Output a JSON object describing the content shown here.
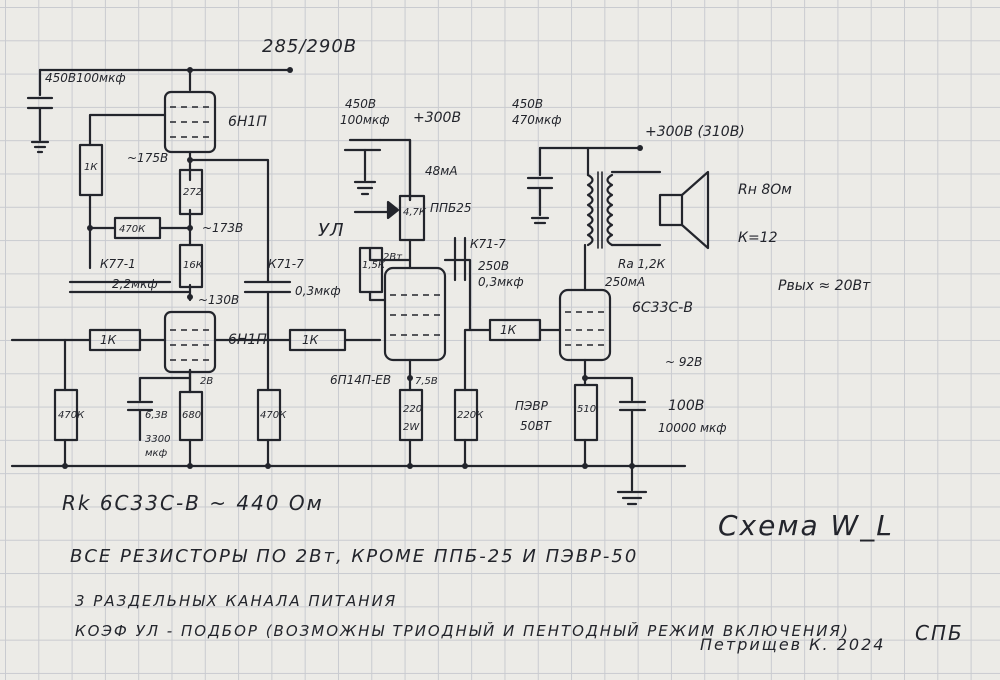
{
  "supply": {
    "main": "285/290В",
    "cap_input": "450В100мкф",
    "cap_mid_v": "450В",
    "cap_mid_c": "100мкф",
    "plus300_left": "+300В",
    "cap_out_v": "450В",
    "cap_out_c": "470мкф",
    "plus300_right": "+300В (310В)"
  },
  "tubes": {
    "upper_6n1p": "6Н1П",
    "lower_6n1p": "6Н1П",
    "driver": "6П14П-ЕВ",
    "output": "6С33С-В"
  },
  "voltages": {
    "v175": "~175В",
    "v173": "~173В",
    "v130": "~130В",
    "v2": "2В",
    "v7_5": "7,5В",
    "v92": "~ 92В"
  },
  "resistors": {
    "r_1k_top": "1К",
    "r_272": "272",
    "r_470k": "470К",
    "r_16k": "16К",
    "r_1k_in": "1К",
    "r_1k_mid": "1К",
    "r_1k_grid": "1К",
    "r_470_left": "470К",
    "r_680": "680",
    "r_470_mid": "470К",
    "r_1_5k": "1,5К",
    "r_2w": "2Вт",
    "r_4_7k": "4,7К",
    "ppb25": "ППБ25",
    "r_220_2w": "220",
    "r_2w_label": "2W",
    "r_220k": "220К",
    "r_510": "510",
    "pevr": "ПЭВР",
    "pevr_w": "50ВТ",
    "ul": "УЛ",
    "current_48": "48мА"
  },
  "caps": {
    "k77": "К77-1",
    "k77_val": "2,2мкф",
    "k71_left": "К71-7",
    "k71_left_val": "0,3мкф",
    "k71_right": "К71-7",
    "k71_right_v": "250В",
    "k71_right_val": "0,3мкф",
    "cath_bypass_v": "6,3В",
    "cath_bypass_c": "3300",
    "cath_bypass_u": "мкф",
    "out_bypass_v": "100В",
    "out_bypass_c": "10000 мкф"
  },
  "output": {
    "ra": "Ra 1,2К",
    "ia": "250мА",
    "rn": "Rн 8Ом",
    "k": "К=12",
    "pout": "Pвых ≈ 20Вт"
  },
  "notes": {
    "rk": "Rk 6С33С-В ~ 440 Ом",
    "title": "Схема W_L",
    "resistors": "ВСЕ РЕЗИСТОРЫ ПО 2Вт, КРОМЕ ППБ-25 И ПЭВР-50",
    "channels": "3 РАЗДЕЛЬНЫХ КАНАЛА ПИТАНИЯ",
    "ul_coef": "КОЭФ УЛ - ПОДБОР (ВОЗМОЖНЫ ТРИОДНЫЙ И ПЕНТОДНЫЙ РЕЖИМ ВКЛЮЧЕНИЯ)",
    "author": "Петрищев К. 2024",
    "city": "СПБ"
  }
}
